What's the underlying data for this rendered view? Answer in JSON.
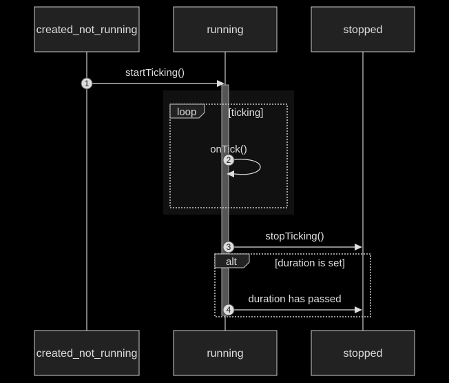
{
  "diagram": {
    "type": "sequence",
    "participants": [
      {
        "id": "created_not_running",
        "label": "created_not_running"
      },
      {
        "id": "running",
        "label": "running"
      },
      {
        "id": "stopped",
        "label": "stopped"
      }
    ],
    "messages": [
      {
        "seq": "1",
        "from": "created_not_running",
        "to": "running",
        "label": "startTicking()"
      },
      {
        "seq": "2",
        "from": "running",
        "to": "running",
        "label": "onTick()"
      },
      {
        "seq": "3",
        "from": "running",
        "to": "stopped",
        "label": "stopTicking()"
      },
      {
        "seq": "4",
        "from": "running",
        "to": "stopped",
        "label": "duration has passed"
      }
    ],
    "fragments": [
      {
        "kind": "loop",
        "condition": "[ticking]"
      },
      {
        "kind": "alt",
        "condition": "[duration is set]"
      }
    ],
    "colors": {
      "background": "#000000",
      "actor_fill": "#222222",
      "stroke": "#cccccc",
      "text": "#dddddd",
      "activation": "#555555",
      "loop_highlight": "#111111"
    }
  }
}
